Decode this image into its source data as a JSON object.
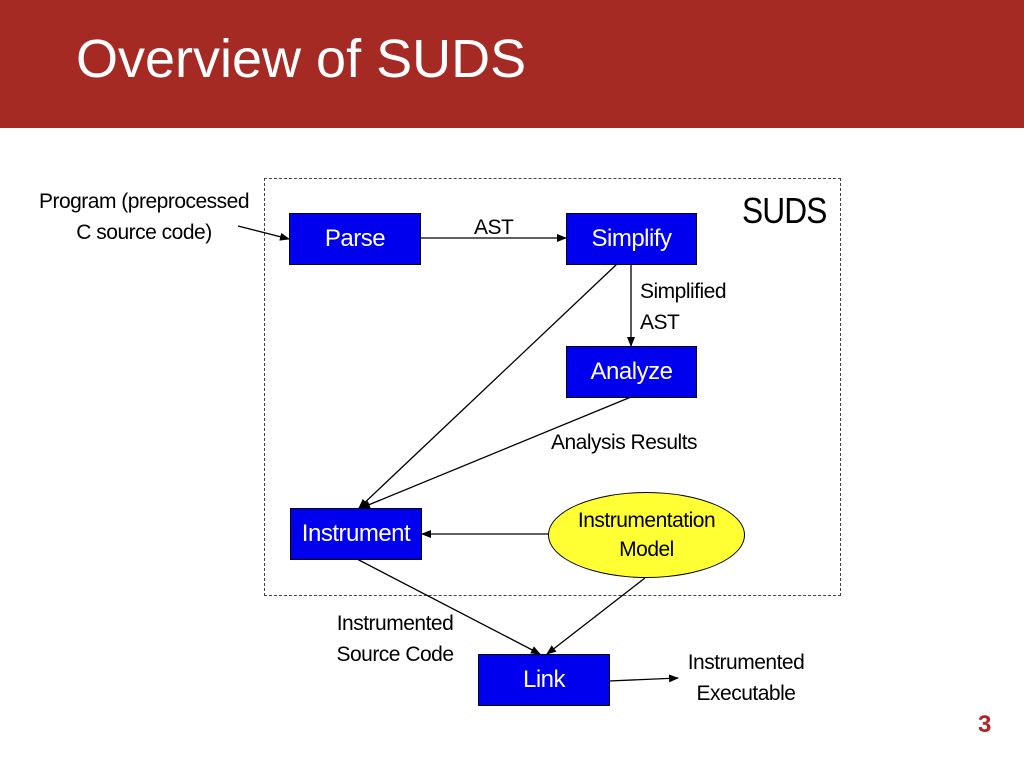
{
  "slide": {
    "title": "Overview of SUDS",
    "page_number": "3",
    "colors": {
      "title_bar": "#a52a24",
      "box_fill": "#0000ee",
      "oval_fill": "#ffff33",
      "page_number": "#b22222"
    }
  },
  "diagram": {
    "frame_label": "SUDS",
    "nodes": {
      "parse": "Parse",
      "simplify": "Simplify",
      "analyze": "Analyze",
      "instrument": "Instrument",
      "link": "Link",
      "model_line1": "Instrumentation",
      "model_line2": "Model"
    },
    "edge_labels": {
      "input_line1": "Program (preprocessed",
      "input_line2": "C source code)",
      "ast": "AST",
      "simplified_line1": "Simplified",
      "simplified_line2": "AST",
      "analysis_results": "Analysis Results",
      "instrumented_src_line1": "Instrumented",
      "instrumented_src_line2": "Source Code",
      "instrumented_exe_line1": "Instrumented",
      "instrumented_exe_line2": "Executable"
    },
    "edges": [
      {
        "from": "input",
        "to": "Parse"
      },
      {
        "from": "Parse",
        "to": "Simplify",
        "label": "AST"
      },
      {
        "from": "Simplify",
        "to": "Analyze",
        "label": "Simplified AST"
      },
      {
        "from": "Simplify",
        "to": "Instrument"
      },
      {
        "from": "Analyze",
        "to": "Instrument",
        "label": "Analysis Results"
      },
      {
        "from": "Instrumentation Model",
        "to": "Instrument"
      },
      {
        "from": "Instrument",
        "to": "Link",
        "label": "Instrumented Source Code"
      },
      {
        "from": "Instrumentation Model",
        "to": "Link"
      },
      {
        "from": "Link",
        "to": "output",
        "label": "Instrumented Executable"
      }
    ]
  }
}
